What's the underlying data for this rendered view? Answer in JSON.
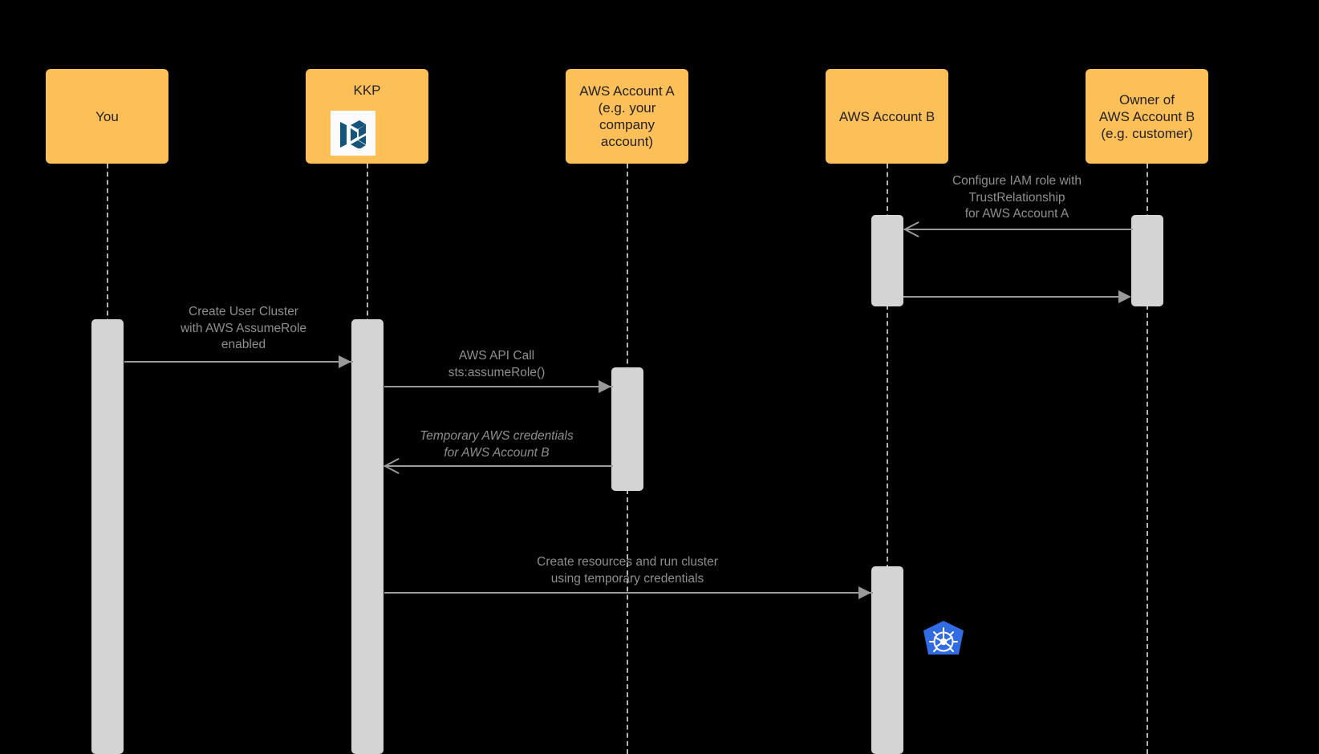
{
  "diagram": {
    "type": "sequence-diagram",
    "title": "KKP AWS AssumeRole cross-account cluster provisioning",
    "background_color": "#000000",
    "participant_color": "#FDBF57",
    "activation_color": "#d4d4d4",
    "line_color": "#9a9a9a",
    "text_color": "#8f8f8f"
  },
  "participants": [
    {
      "id": "you",
      "label": "You",
      "icon": null
    },
    {
      "id": "kkp",
      "label": "KKP",
      "icon": "kkp-logo"
    },
    {
      "id": "account_a",
      "label": "AWS Account A\n(e.g. your\ncompany account)",
      "icon": null
    },
    {
      "id": "account_b",
      "label": "AWS Account B",
      "icon": null
    },
    {
      "id": "owner_b",
      "label": "Owner of\nAWS Account B\n(e.g. customer)",
      "icon": null
    }
  ],
  "messages": [
    {
      "id": "m1",
      "label": "Configure IAM role with\nTrustRelationship\nfor AWS Account A",
      "from": "owner_b",
      "to": "account_b",
      "direction": "left",
      "arrowhead": "open",
      "italic": false
    },
    {
      "id": "m2",
      "label": "",
      "from": "account_b",
      "to": "owner_b",
      "direction": "right",
      "arrowhead": "solid",
      "italic": false
    },
    {
      "id": "m3",
      "label": "Create User Cluster\nwith AWS AssumeRole\nenabled",
      "from": "you",
      "to": "kkp",
      "direction": "right",
      "arrowhead": "solid",
      "italic": false
    },
    {
      "id": "m4",
      "label": "AWS API Call\nsts:assumeRole()",
      "from": "kkp",
      "to": "account_a",
      "direction": "right",
      "arrowhead": "solid",
      "italic": false
    },
    {
      "id": "m5",
      "label": "Temporary AWS credentials\nfor AWS Account B",
      "from": "account_a",
      "to": "kkp",
      "direction": "left",
      "arrowhead": "open",
      "italic": true
    },
    {
      "id": "m6",
      "label": "Create resources and run cluster\nusing temporary credentials",
      "from": "kkp",
      "to": "account_b",
      "direction": "right",
      "arrowhead": "solid",
      "italic": false
    }
  ],
  "logos": [
    {
      "id": "kkp-logo",
      "name": "kkp-logo",
      "colors": [
        "#ffffff",
        "#14537a"
      ]
    },
    {
      "id": "k8s-logo",
      "name": "kubernetes-logo",
      "colors": [
        "#326CE5",
        "#ffffff"
      ]
    }
  ]
}
